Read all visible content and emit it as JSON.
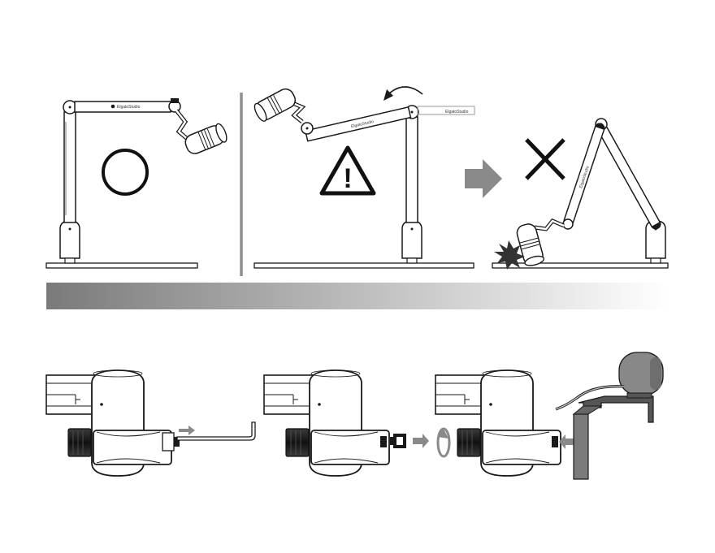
{
  "brand": {
    "logo_text": "ElgatoStudio"
  },
  "colors": {
    "line": "#1a1a1a",
    "arrow_gray": "#8a8a8a",
    "divider": "#8f8f8f",
    "banner_start": "#7a7a7a",
    "banner_end": "#ffffff",
    "burst": "#333333"
  },
  "panels": {
    "correct": {
      "symbol": "circle-ok-icon"
    },
    "warning": {
      "symbol": "warning-triangle-icon",
      "glyph": "!"
    },
    "wrong": {
      "symbol": "cross-x-icon"
    }
  },
  "steps": [
    {
      "action": "loosen-screw-with-hex-key"
    },
    {
      "action": "remove-mic-adapter"
    },
    {
      "action": "attach-webcam"
    }
  ]
}
